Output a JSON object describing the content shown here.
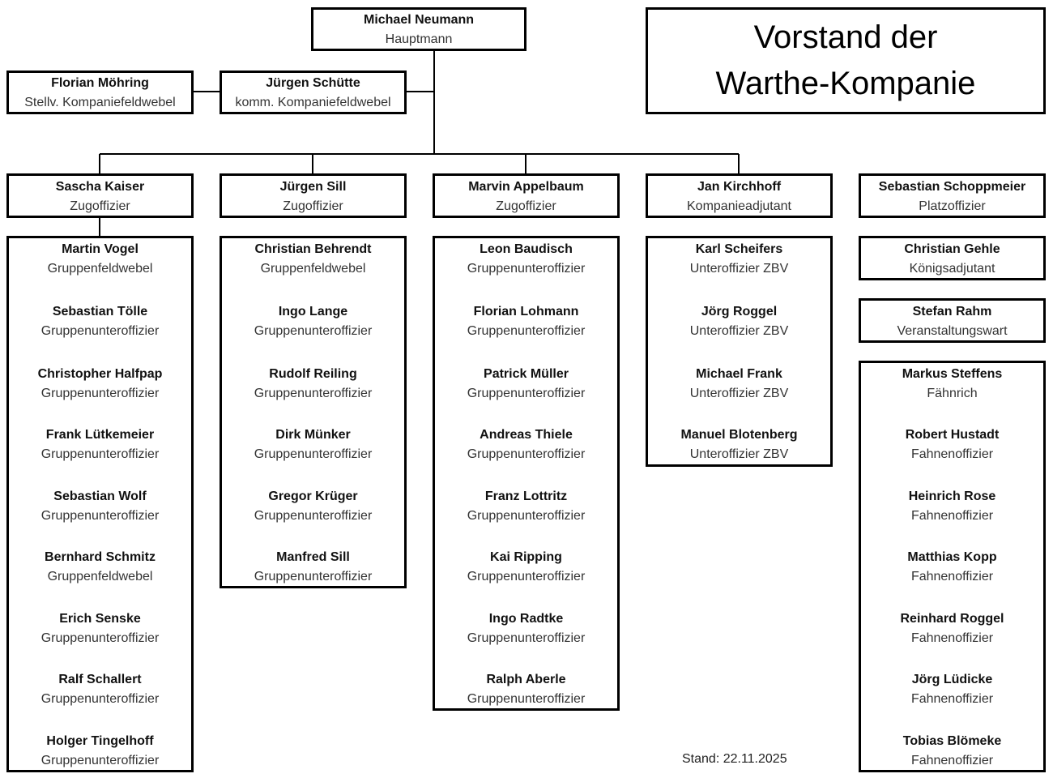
{
  "title": "Vorstand der\nWarthe-Kompanie",
  "stand": "Stand: 22.11.2025",
  "colors": {
    "line": "#000000",
    "box_border": "#000000",
    "background": "#ffffff"
  },
  "chief": {
    "name": "Michael Neumann",
    "rank": "Hauptmann"
  },
  "feldwebel": [
    {
      "name": "Florian Möhring",
      "rank": "Stellv. Kompaniefeldwebel"
    },
    {
      "name": "Jürgen Schütte",
      "rank": "komm. Kompaniefeldwebel"
    }
  ],
  "columns": [
    {
      "head": {
        "name": "Sascha Kaiser",
        "rank": "Zugoffizier"
      },
      "members": [
        {
          "name": "Martin Vogel",
          "rank": "Gruppenfeldwebel"
        },
        {
          "name": "Sebastian Tölle",
          "rank": "Gruppenunteroffizier"
        },
        {
          "name": "Christopher Halfpap",
          "rank": "Gruppenunteroffizier"
        },
        {
          "name": "Frank Lütkemeier",
          "rank": "Gruppenunteroffizier"
        },
        {
          "name": "Sebastian Wolf",
          "rank": "Gruppenunteroffizier"
        },
        {
          "name": "Bernhard Schmitz",
          "rank": "Gruppenfeldwebel"
        },
        {
          "name": "Erich Senske",
          "rank": "Gruppenunteroffizier"
        },
        {
          "name": "Ralf Schallert",
          "rank": "Gruppenunteroffizier"
        },
        {
          "name": "Holger Tingelhoff",
          "rank": "Gruppenunteroffizier"
        }
      ]
    },
    {
      "head": {
        "name": "Jürgen Sill",
        "rank": "Zugoffizier"
      },
      "members": [
        {
          "name": "Christian Behrendt",
          "rank": "Gruppenfeldwebel"
        },
        {
          "name": "Ingo Lange",
          "rank": "Gruppenunteroffizier"
        },
        {
          "name": "Rudolf Reiling",
          "rank": "Gruppenunteroffizier"
        },
        {
          "name": "Dirk Münker",
          "rank": "Gruppenunteroffizier"
        },
        {
          "name": "Gregor Krüger",
          "rank": "Gruppenunteroffizier"
        },
        {
          "name": "Manfred Sill",
          "rank": "Gruppenunteroffizier"
        }
      ]
    },
    {
      "head": {
        "name": "Marvin Appelbaum",
        "rank": "Zugoffizier"
      },
      "members": [
        {
          "name": "Leon Baudisch",
          "rank": "Gruppenunteroffizier"
        },
        {
          "name": "Florian Lohmann",
          "rank": "Gruppenunteroffizier"
        },
        {
          "name": "Patrick Müller",
          "rank": "Gruppenunteroffizier"
        },
        {
          "name": "Andreas Thiele",
          "rank": "Gruppenunteroffizier"
        },
        {
          "name": "Franz Lottritz",
          "rank": "Gruppenunteroffizier"
        },
        {
          "name": "Kai Ripping",
          "rank": "Gruppenunteroffizier"
        },
        {
          "name": "Ingo Radtke",
          "rank": "Gruppenunteroffizier"
        },
        {
          "name": "Ralph Aberle",
          "rank": "Gruppenunteroffizier"
        }
      ]
    },
    {
      "head": {
        "name": "Jan Kirchhoff",
        "rank": "Kompanieadjutant"
      },
      "members": [
        {
          "name": "Karl Scheifers",
          "rank": "Unteroffizier ZBV"
        },
        {
          "name": "Jörg Roggel",
          "rank": "Unteroffizier ZBV"
        },
        {
          "name": "Michael Frank",
          "rank": "Unteroffizier ZBV"
        },
        {
          "name": "Manuel Blotenberg",
          "rank": "Unteroffizier ZBV"
        }
      ]
    }
  ],
  "side": {
    "platzoffizier": {
      "name": "Sebastian Schoppmeier",
      "rank": "Platzoffizier"
    },
    "koenigsadjutant": {
      "name": "Christian Gehle",
      "rank": "Königsadjutant"
    },
    "veranstaltungswart": {
      "name": "Stefan Rahm",
      "rank": "Veranstaltungswart"
    },
    "fahnen": [
      {
        "name": "Markus Steffens",
        "rank": "Fähnrich"
      },
      {
        "name": "Robert Hustadt",
        "rank": "Fahnenoffizier"
      },
      {
        "name": "Heinrich Rose",
        "rank": "Fahnenoffizier"
      },
      {
        "name": "Matthias Kopp",
        "rank": "Fahnenoffizier"
      },
      {
        "name": "Reinhard Roggel",
        "rank": "Fahnenoffizier"
      },
      {
        "name": "Jörg Lüdicke",
        "rank": "Fahnenoffizier"
      },
      {
        "name": "Tobias Blömeke",
        "rank": "Fahnenoffizier"
      }
    ]
  }
}
